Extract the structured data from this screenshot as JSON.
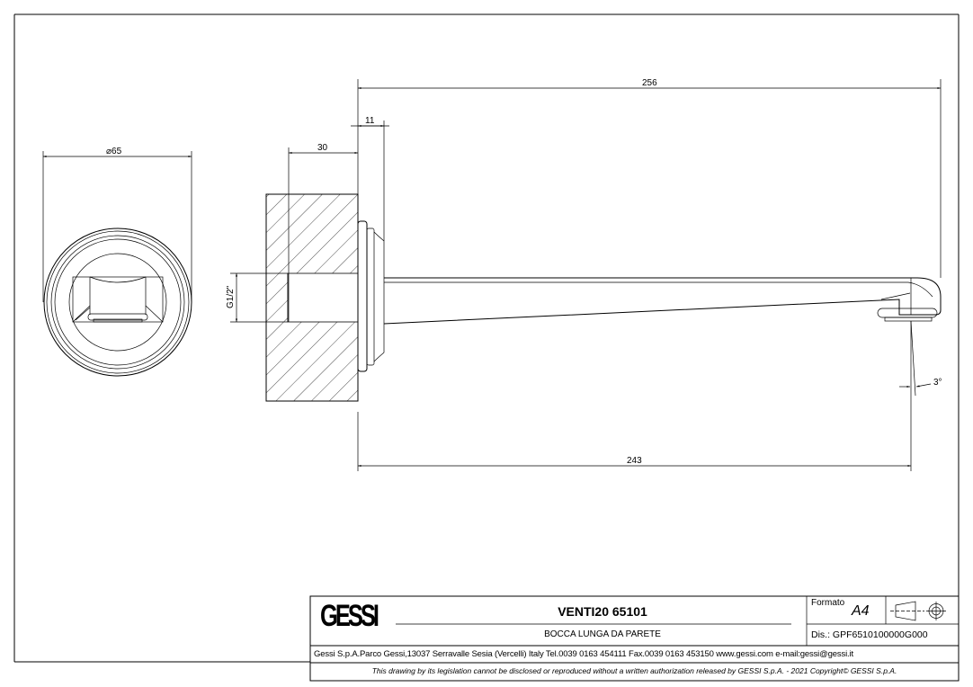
{
  "drawing": {
    "dimensions": {
      "diameter": "65",
      "overall_length": "256",
      "flange_depth": "11",
      "thread_depth": "30",
      "thread_size": "G1/2\"",
      "projection": "243",
      "angle": "3°"
    }
  },
  "title_block": {
    "logo": "GESSI",
    "title": "VENTI20 65101",
    "subtitle": "BOCCA LUNGA DA PARETE",
    "format_label": "Formato",
    "format_value": "A4",
    "drawing_number": "Dis.: GPF6510100000G000",
    "address": "Gessi S.p.A.Parco Gessi,13037 Serravalle Sesia (Vercelli) Italy Tel.0039 0163 454111 Fax.0039 0163 453150 www.gessi.com e-mail:gessi@gessi.it",
    "copyright": "This drawing by its legislation cannot be disclosed or reproduced without a written authorization released by GESSI S.p.A. - 2021 Copyright© GESSI S.p.A."
  }
}
